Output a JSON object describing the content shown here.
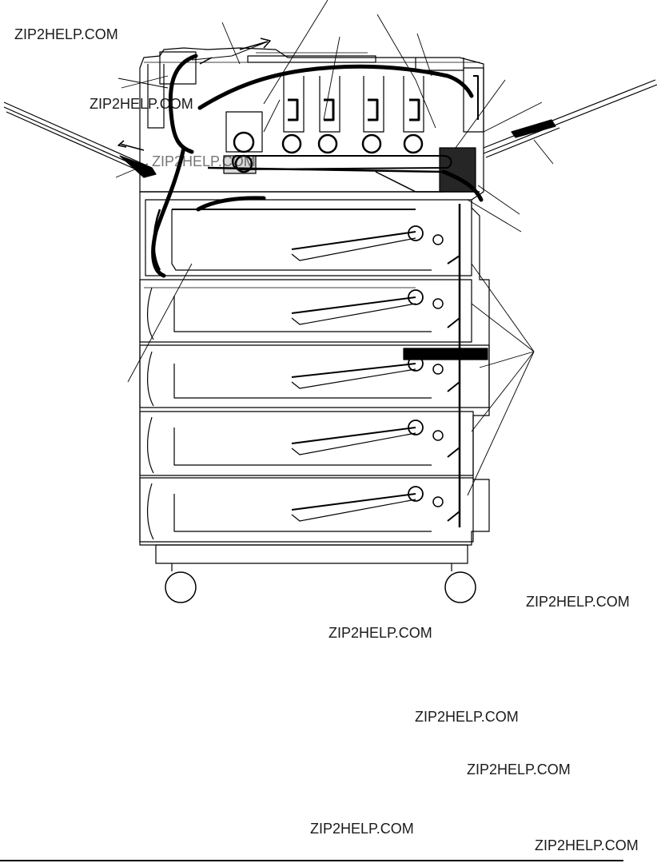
{
  "watermarks": [
    "ZIP2HELP.COM",
    "ZIP2HELP.COM",
    "ZIP2HELP.COM",
    "ZIP2HELP.COM",
    "ZIP2HELP.COM",
    "ZIP2HELP.COM",
    "ZIP2HELP.COM",
    "ZIP2HELP.COM",
    "ZIP2HELP.COM"
  ],
  "colors": {
    "line": "#000000",
    "background": "#ffffff",
    "watermark": "#1a1a1a"
  }
}
